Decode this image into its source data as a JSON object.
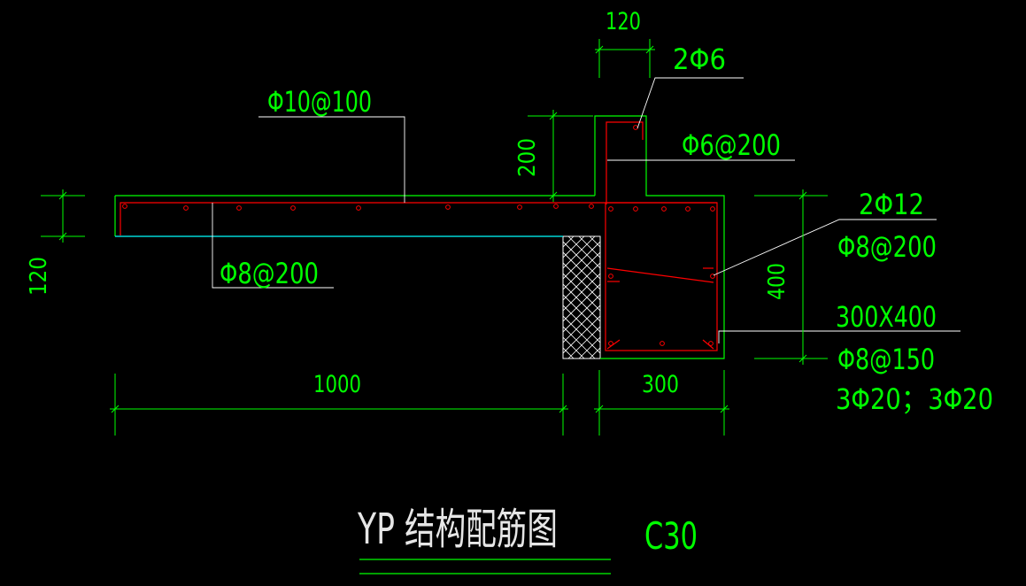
{
  "drawing": {
    "title": "YP 结构配筋图",
    "concrete_grade": "C30"
  },
  "dimensions": {
    "stub_width": "120",
    "stub_height": "200",
    "slab_thickness": "120",
    "cantilever_length": "1000",
    "beam_width": "300",
    "beam_height": "400"
  },
  "rebar_labels": {
    "stub_bars": "2Φ6",
    "slab_top": "Φ10@100",
    "stub_stirrup": "Φ6@200",
    "slab_distribution": "Φ8@200",
    "beam_side_bars": "2Φ12",
    "beam_tie": "Φ8@200",
    "beam_section": "300X400",
    "beam_stirrup": "Φ8@150",
    "beam_main_bars": "3Φ20；3Φ20"
  },
  "colors": {
    "background": "#000000",
    "dimension": "#00ff00",
    "concrete_outline": "#00ff00",
    "slab_bottom": "#00ffff",
    "rebar": "#ff0000",
    "leader": "#ffffff",
    "wall_hatch": "#ffffff",
    "title": "#e6e6e6"
  }
}
